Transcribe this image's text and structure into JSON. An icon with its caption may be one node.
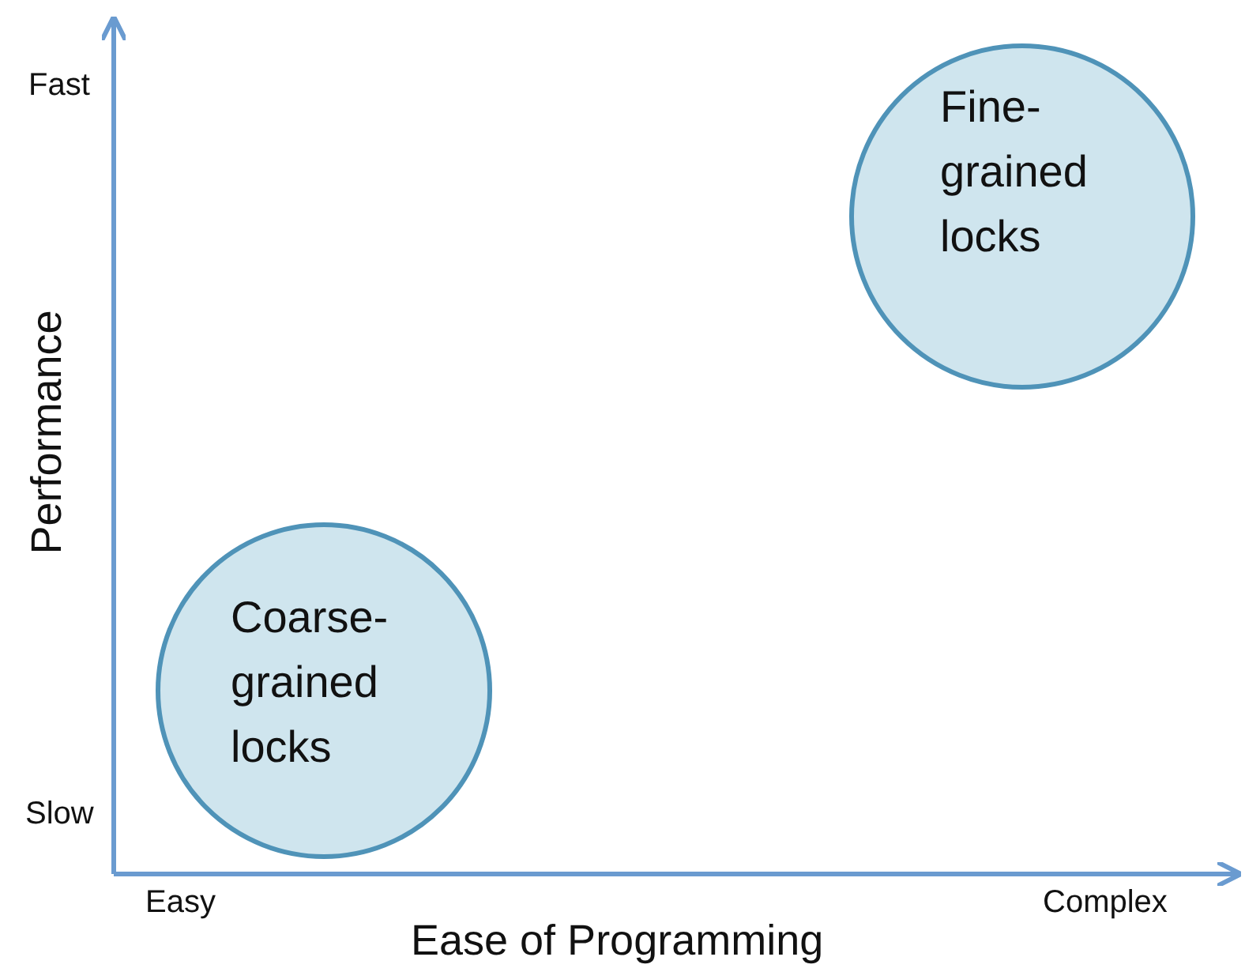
{
  "diagram": {
    "nodes": [
      {
        "text": [
          "Fine- grained locks"
        ]
      },
      {
        "text": [
          "Coarse- grained locks"
        ]
      }
    ],
    "labels": [
      "Fast",
      "Performance",
      "Slow",
      "Easy",
      "Complex",
      "Ease of Programming"
    ]
  }
}
